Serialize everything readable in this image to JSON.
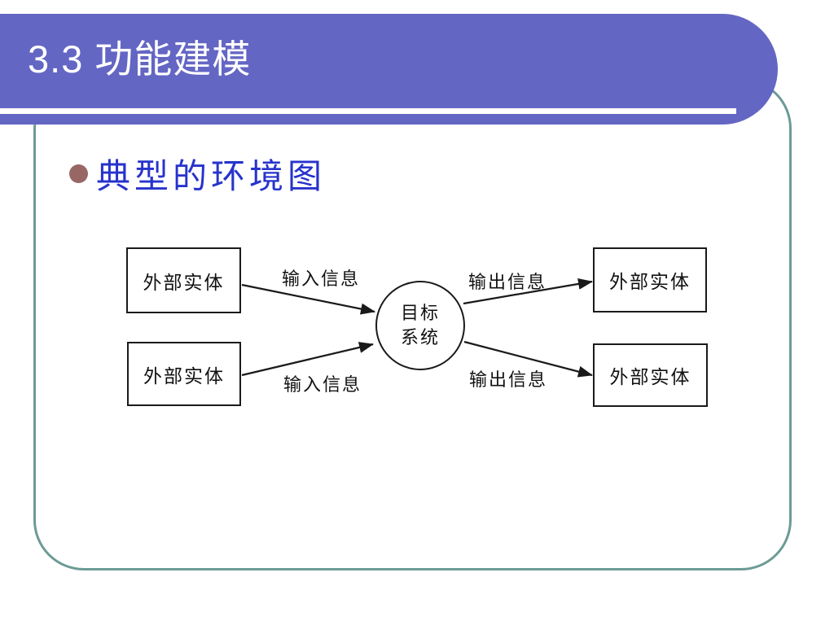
{
  "header": {
    "title": "3.3 功能建模"
  },
  "content": {
    "bullet_text": "典型的环境图"
  },
  "diagram": {
    "entities": [
      {
        "label": "外部实体"
      },
      {
        "label": "外部实体"
      },
      {
        "label": "外部实体"
      },
      {
        "label": "外部实体"
      }
    ],
    "process": {
      "line1": "目标",
      "line2": "系统"
    },
    "flows": [
      {
        "label": "输入信息"
      },
      {
        "label": "输入信息"
      },
      {
        "label": "输出信息"
      },
      {
        "label": "输出信息"
      }
    ]
  },
  "colors": {
    "banner_purple": "#6466C4",
    "frame_teal": "#6C9B95",
    "bullet_dot": "#996666",
    "bullet_text_blue": "#2733CC",
    "diagram_stroke": "#1A1A1A"
  }
}
